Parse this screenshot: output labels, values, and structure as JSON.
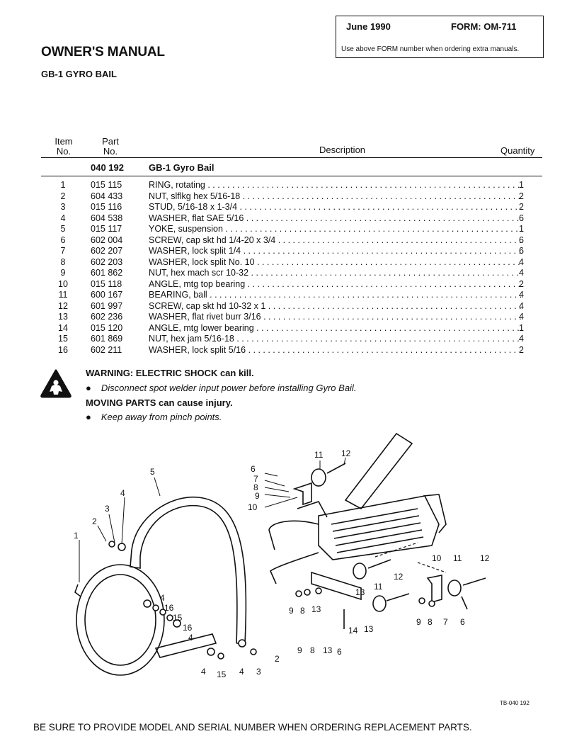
{
  "form_box": {
    "date": "June 1990",
    "form": "FORM: OM-711",
    "note": "Use above FORM number when ordering extra manuals."
  },
  "title": "OWNER'S MANUAL",
  "subtitle": "GB-1 GYRO BAIL",
  "table": {
    "headers": {
      "item_line1": "Item",
      "item_line2": "No.",
      "part_line1": "Part",
      "part_line2": "No.",
      "description": "Description",
      "quantity": "Quantity"
    },
    "kit": {
      "part_no": "040 192",
      "description": "GB-1 Gyro Bail"
    },
    "rows": [
      {
        "item": "1",
        "part": "015 115",
        "desc": "RING, rotating",
        "qty": "1"
      },
      {
        "item": "2",
        "part": "604 433",
        "desc": "NUT, slflkg hex 5/16-18",
        "qty": "2"
      },
      {
        "item": "3",
        "part": "015 116",
        "desc": "STUD, 5/16-18 x 1-3/4",
        "qty": "2"
      },
      {
        "item": "4",
        "part": "604 538",
        "desc": "WASHER, flat SAE 5/16",
        "qty": "6"
      },
      {
        "item": "5",
        "part": "015 117",
        "desc": "YOKE, suspension",
        "qty": "1"
      },
      {
        "item": "6",
        "part": "602 004",
        "desc": "SCREW, cap skt hd 1/4-20 x 3/4",
        "qty": "6"
      },
      {
        "item": "7",
        "part": "602 207",
        "desc": "WASHER, lock split 1/4",
        "qty": "6"
      },
      {
        "item": "8",
        "part": "602 203",
        "desc": "WASHER, lock split No. 10",
        "qty": "4"
      },
      {
        "item": "9",
        "part": "601 862",
        "desc": "NUT, hex mach scr 10-32",
        "qty": "4"
      },
      {
        "item": "10",
        "part": "015 118",
        "desc": "ANGLE, mtg top bearing",
        "qty": "2"
      },
      {
        "item": "11",
        "part": "600 167",
        "desc": "BEARING, ball",
        "qty": "4"
      },
      {
        "item": "12",
        "part": "601 997",
        "desc": "SCREW, cap skt hd 10-32 x 1",
        "qty": "4"
      },
      {
        "item": "13",
        "part": "602 236",
        "desc": "WASHER, flat rivet burr 3/16",
        "qty": "4"
      },
      {
        "item": "14",
        "part": "015 120",
        "desc": "ANGLE, mtg lower bearing",
        "qty": "1"
      },
      {
        "item": "15",
        "part": "601 869",
        "desc": "NUT, hex jam 5/16-18",
        "qty": "4"
      },
      {
        "item": "16",
        "part": "602 211",
        "desc": "WASHER, lock split 5/16",
        "qty": "2"
      }
    ]
  },
  "warning": {
    "line1_bold": "WARNING:  ELECTRIC SHOCK can kill.",
    "bullet1": "Disconnect spot welder input power before installing Gyro Bail.",
    "line2_bold": "MOVING PARTS can cause injury.",
    "bullet2": "Keep away from pinch points."
  },
  "figure": {
    "callouts": {
      "c1": "1",
      "c2": "2",
      "c3": "3",
      "c4": "4",
      "c5": "5",
      "c6": "6",
      "c7": "7",
      "c8": "8",
      "c9": "9",
      "c10": "10",
      "c11": "11",
      "c12": "12",
      "c13": "13",
      "c14": "14",
      "c15": "15",
      "c16": "16"
    }
  },
  "tb_ref": "TB-040 192",
  "footer": "BE SURE TO PROVIDE MODEL AND SERIAL NUMBER WHEN ORDERING REPLACEMENT PARTS."
}
